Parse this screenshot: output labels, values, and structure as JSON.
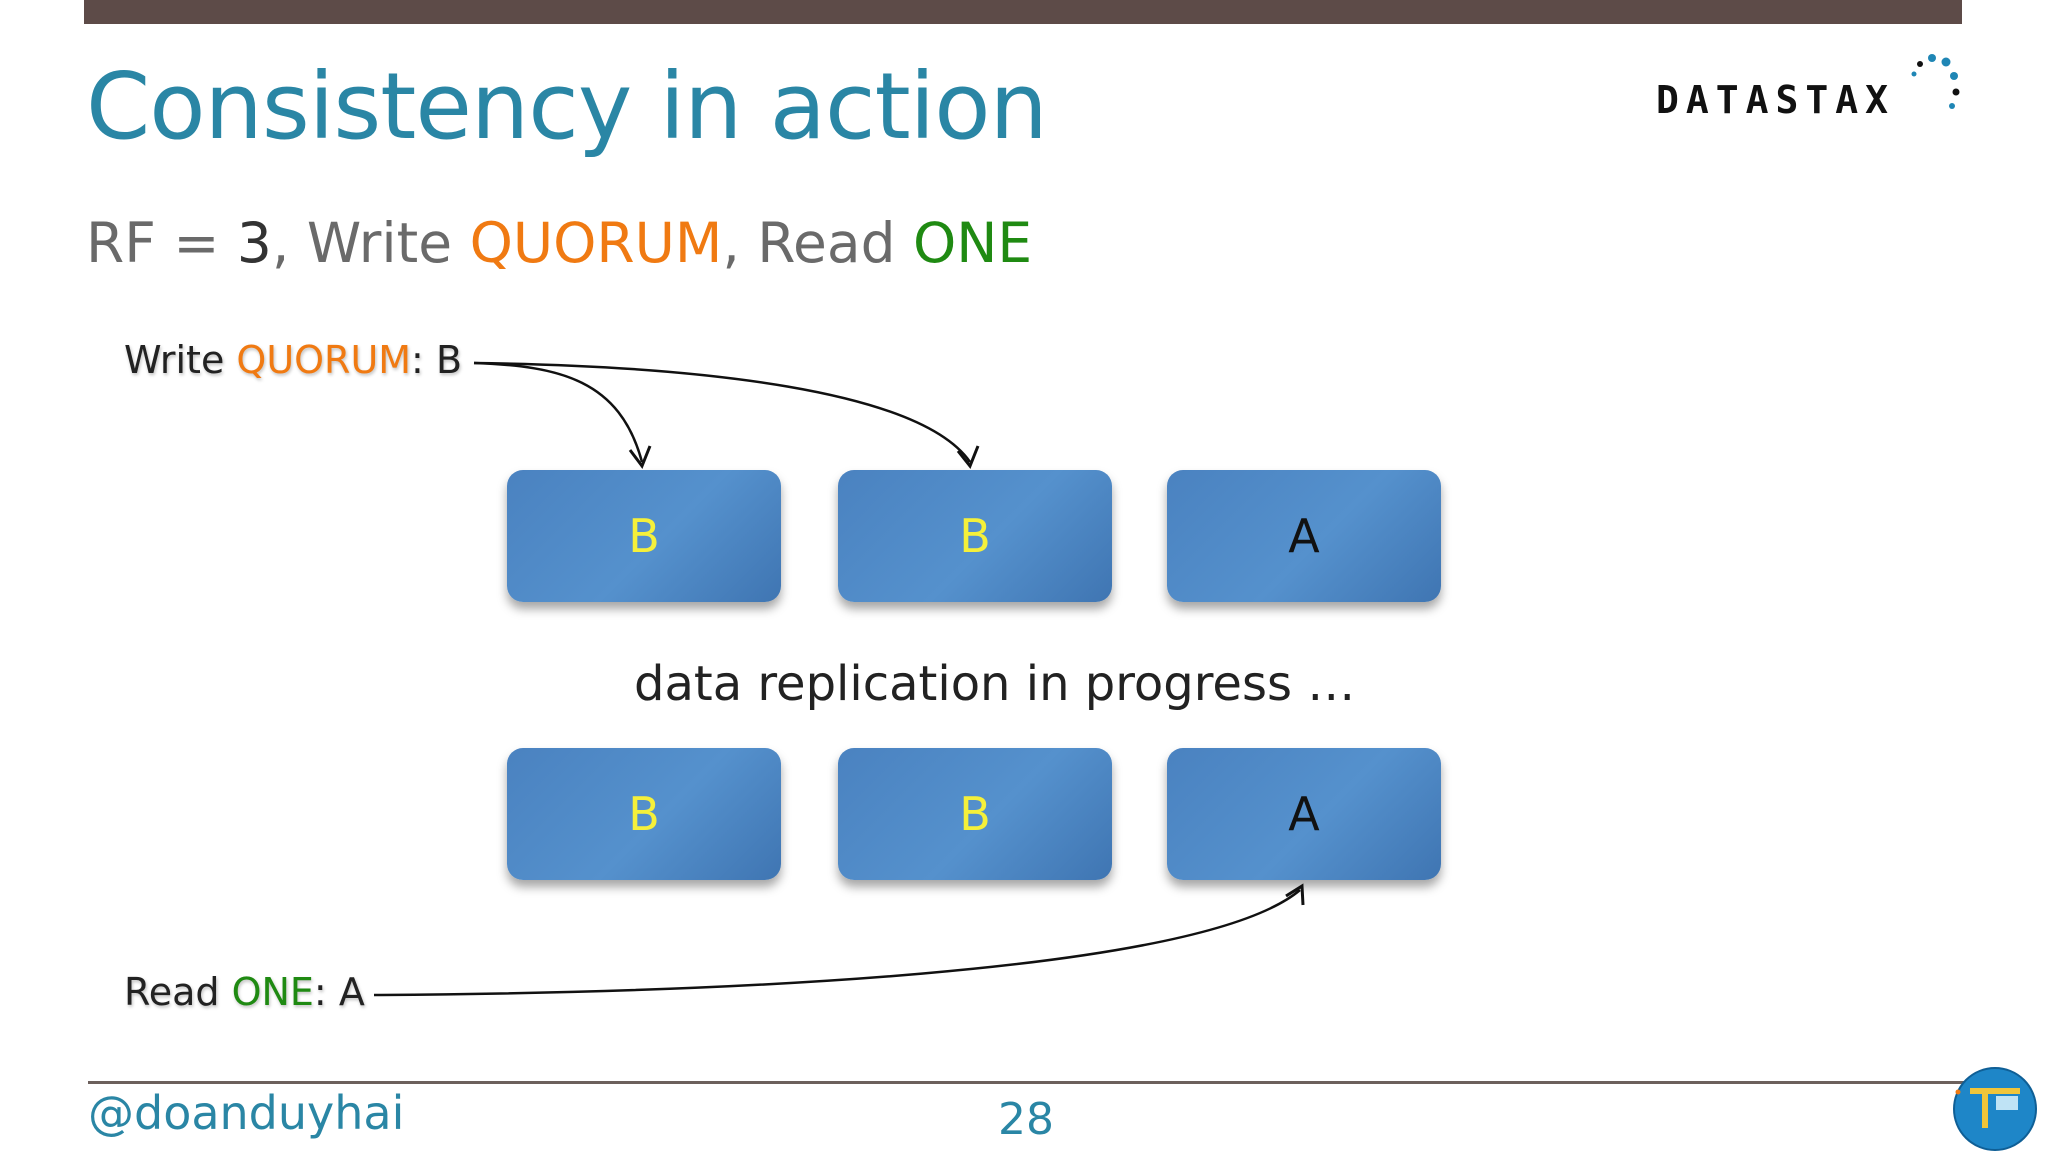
{
  "slide": {
    "title": "Consistency in action",
    "logo_text": "DATASTAX",
    "subtitle": {
      "prefix": "RF = ",
      "rf_value": "3",
      "sep1": ", Write ",
      "write_level": "QUORUM",
      "sep2": ", Read ",
      "read_level": "ONE"
    },
    "write_label": {
      "prefix": "Write ",
      "level": "QUORUM",
      "sep": ": ",
      "value": "B"
    },
    "read_label": {
      "prefix": "Read ",
      "level": "ONE",
      "sep": ": ",
      "value": "A"
    },
    "nodes_before": [
      "B",
      "B",
      "A"
    ],
    "progress_text": "data replication in progress …",
    "nodes_after": [
      "B",
      "B",
      "A"
    ],
    "footer": {
      "handle": "@doanduyhai",
      "page_number": "28"
    }
  },
  "colors": {
    "title": "#2a86a5",
    "quorum": "#f07a12",
    "one": "#1f8a12",
    "node_fill": "#4a82c0",
    "node_value_updated": "#f5f03a",
    "node_value_stale": "#111111"
  },
  "icons": {
    "logo_mark": "datastax-dots-icon",
    "badge": "nantes-meetup-badge-icon"
  }
}
